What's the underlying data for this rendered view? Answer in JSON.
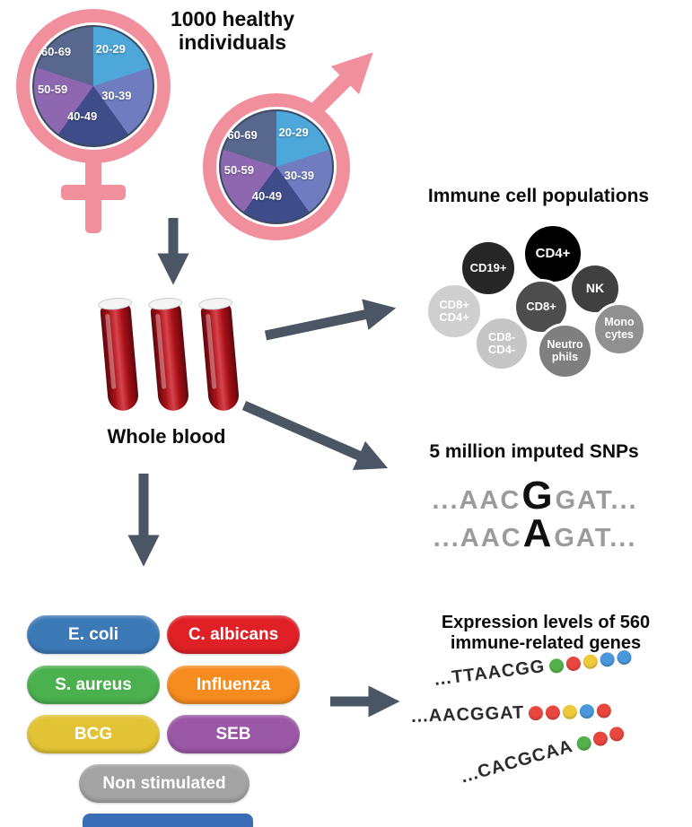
{
  "header": {
    "title": "1000 healthy individuals"
  },
  "demographics": {
    "age_groups": [
      "20-29",
      "30-39",
      "40-49",
      "50-59",
      "60-69"
    ],
    "pie_colors": [
      "#4da7d9",
      "#6f7dc0",
      "#3e4d8a",
      "#8d68b0",
      "#57678e"
    ],
    "symbol_color": "#f18f9d"
  },
  "blood": {
    "label": "Whole blood"
  },
  "immune": {
    "title": "Immune cell populations",
    "cells": [
      {
        "label": "CD19+",
        "color": "#262626"
      },
      {
        "label": "CD4+",
        "color": "#000000"
      },
      {
        "label": "NK",
        "color": "#404040"
      },
      {
        "label": "CD8+",
        "color": "#4d4d4d"
      },
      {
        "label": "CD8+ CD4+",
        "color": "#cfcfcf"
      },
      {
        "label": "CD8- CD4-",
        "color": "#c6c6c6"
      },
      {
        "label": "Neutro phils",
        "color": "#7f7f7f"
      },
      {
        "label": "Mono cytes",
        "color": "#909090"
      }
    ]
  },
  "snps": {
    "title": "5 million imputed SNPs",
    "sequences": [
      {
        "prefix": "...AAC",
        "variant": "G",
        "suffix": "GAT..."
      },
      {
        "prefix": "...AAC",
        "variant": "A",
        "suffix": "GAT..."
      }
    ]
  },
  "stimulation": {
    "conditions": [
      {
        "label": "E. coli",
        "color": "#3c79b7"
      },
      {
        "label": "C. albicans",
        "color": "#df2026"
      },
      {
        "label": "S. aureus",
        "color": "#4bb04e"
      },
      {
        "label": "Influenza",
        "color": "#f68b1f"
      },
      {
        "label": "BCG",
        "color": "#e2c336"
      },
      {
        "label": "SEB",
        "color": "#9a57a5"
      },
      {
        "label": "Non stimulated",
        "color": "#a3a3a3"
      }
    ]
  },
  "expression": {
    "title": "Expression levels of 560 immune-related genes",
    "rows": [
      {
        "sequence": "...TTAACGG",
        "dots": [
          "#53b04a",
          "#e8473f",
          "#efc93c",
          "#4a97dc",
          "#4a97dc"
        ]
      },
      {
        "sequence": "...AACGGAT",
        "dots": [
          "#e8473f",
          "#e8473f",
          "#efc93c",
          "#4a97dc",
          "#e8473f"
        ]
      },
      {
        "sequence": "...CACGCAA",
        "dots": [
          "#53b04a",
          "#e8473f",
          "#e8473f"
        ]
      }
    ]
  },
  "misc": {
    "arrow_color": "#4a5663",
    "footer_bar_color": "#3a6db5",
    "background": "#ffffff"
  }
}
